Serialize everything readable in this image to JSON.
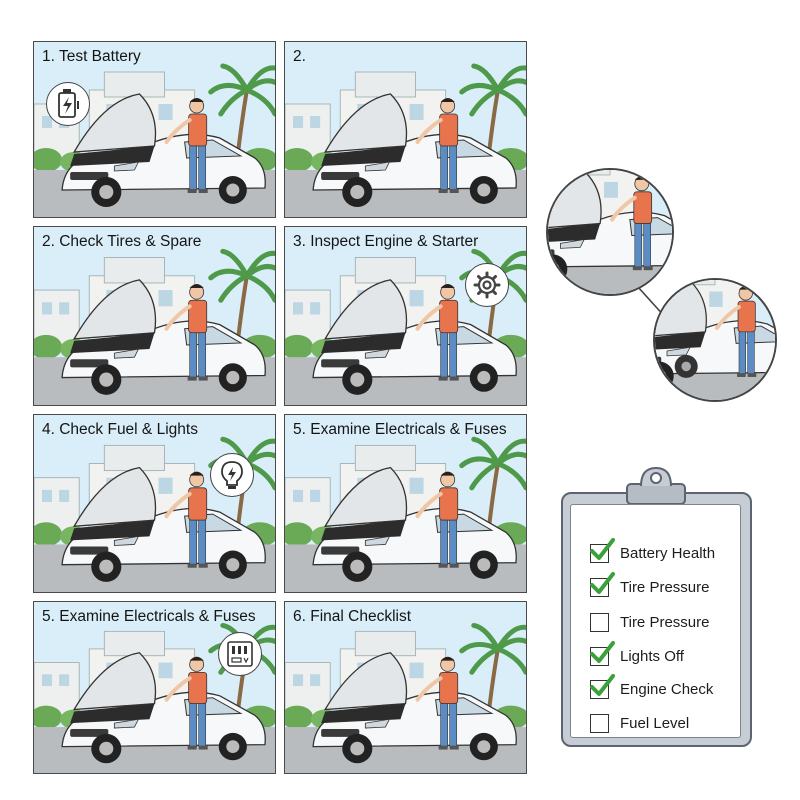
{
  "panels": [
    {
      "title": "1. Test Battery",
      "badge": "battery-icon"
    },
    {
      "title": "2.",
      "badge": ""
    },
    {
      "title": "2. Check Tires & Spare",
      "badge": ""
    },
    {
      "title": "3. Inspect Engine & Starter",
      "badge": "gear-icon"
    },
    {
      "title": "4. Check Fuel & Lights",
      "badge": "lightbulb-icon"
    },
    {
      "title": "5. Examine Electricals & Fuses",
      "badge": ""
    },
    {
      "title": "5. Examine Electricals & Fuses",
      "badge": "fuse-box-icon"
    },
    {
      "title": "6. Final Checklist",
      "badge": ""
    }
  ],
  "checklist": {
    "items": [
      {
        "label": "Battery Health",
        "checked": true
      },
      {
        "label": "Tire Pressure",
        "checked": true
      },
      {
        "label": "Tire Pressure",
        "checked": false
      },
      {
        "label": "Lights Off",
        "checked": true
      },
      {
        "label": "Engine Check",
        "checked": true
      },
      {
        "label": "Fuel Level",
        "checked": false
      }
    ]
  },
  "colors": {
    "sky": "#d9eef8",
    "road": "#b9bcbf",
    "car": "#f7f8f9",
    "shirt": "#e8744e",
    "jeans": "#5b8cc4",
    "palm": "#4f9a4a",
    "check": "#3aa03a"
  }
}
